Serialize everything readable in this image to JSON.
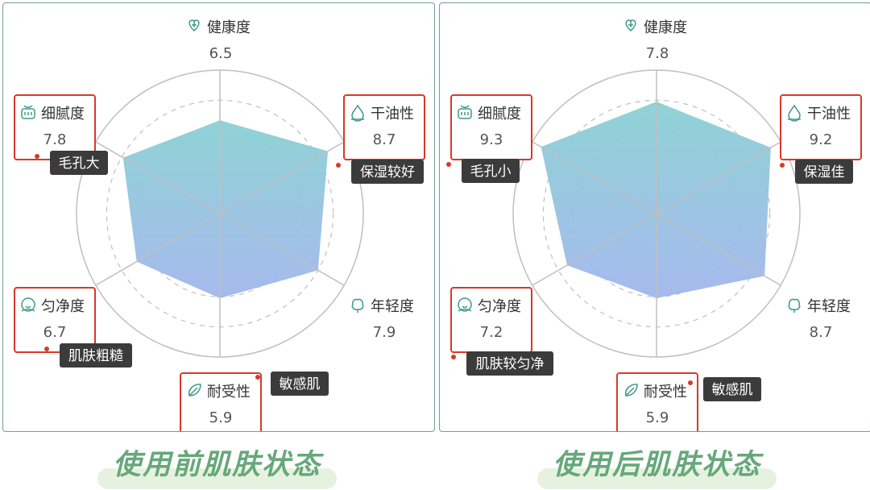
{
  "colors": {
    "fill_top": "#86cfd2",
    "fill_bottom": "#9fb4ec",
    "highlight_box": "#d63a2a",
    "tag_bg": "#3b3b3b",
    "caption_text": "#66a87a",
    "caption_bg": "#e6f2df",
    "icon_stroke": "#3e9a86",
    "grid": "#bfbfbf"
  },
  "panels": [
    {
      "caption": "使用前肌肤状态",
      "tags": [
        "毛孔大",
        "保湿较好",
        "肌肤粗糙",
        "敏感肌"
      ]
    },
    {
      "caption": "使用后肌肤状态",
      "tags": [
        "毛孔小",
        "保湿佳",
        "肌肤较匀净",
        "敏感肌"
      ]
    }
  ],
  "chart_data": [
    {
      "type": "radar",
      "axes": [
        "健康度",
        "干油性",
        "年轻度",
        "耐受性",
        "匀净度",
        "细腻度"
      ],
      "values": [
        6.5,
        8.7,
        7.9,
        5.9,
        6.7,
        7.8
      ],
      "value_labels": [
        "6.5",
        "8.7",
        "7.9",
        "5.9",
        "6.7",
        "7.8"
      ],
      "highlighted_axes": [
        "干油性",
        "耐受性",
        "匀净度",
        "细腻度"
      ],
      "axis_icons": [
        "heart-plus-icon",
        "droplet-icon",
        "flower-icon",
        "leaf-hand-icon",
        "face-icon",
        "pore-icon"
      ],
      "range": [
        0,
        10
      ]
    },
    {
      "type": "radar",
      "axes": [
        "健康度",
        "干油性",
        "年轻度",
        "耐受性",
        "匀净度",
        "细腻度"
      ],
      "values": [
        7.8,
        9.2,
        8.7,
        5.9,
        7.2,
        9.3
      ],
      "value_labels": [
        "7.8",
        "9.2",
        "8.7",
        "5.9",
        "7.2",
        "9.3"
      ],
      "highlighted_axes": [
        "干油性",
        "耐受性",
        "匀净度",
        "细腻度"
      ],
      "axis_icons": [
        "heart-plus-icon",
        "droplet-icon",
        "flower-icon",
        "leaf-hand-icon",
        "face-icon",
        "pore-icon"
      ],
      "range": [
        0,
        10
      ]
    }
  ]
}
